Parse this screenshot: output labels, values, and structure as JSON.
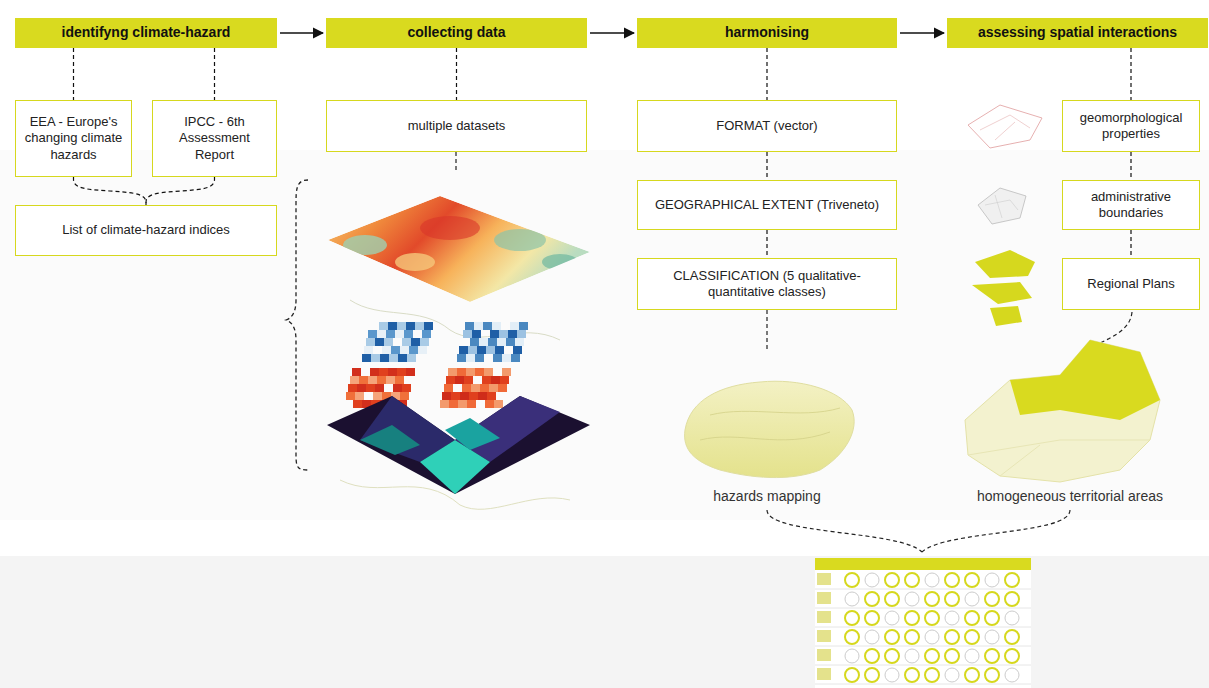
{
  "diagram": {
    "nodes": [
      {
        "text": [
          "identifyng climate-hazard"
        ]
      },
      {
        "text": [
          "collecting data"
        ]
      },
      {
        "text": [
          "harmonising"
        ]
      },
      {
        "text": [
          "assessing spatial interactions"
        ]
      },
      {
        "text": [
          "EEA - Europe's changing climate hazards"
        ]
      },
      {
        "text": [
          "IPCC - 6th Assessment Report"
        ]
      },
      {
        "text": [
          "List of climate-hazard indices"
        ]
      },
      {
        "text": [
          "multiple datasets"
        ]
      },
      {
        "text": [
          "FORMAT (vector)"
        ]
      },
      {
        "text": [
          "GEOGRAPHICAL EXTENT (Triveneto)"
        ]
      },
      {
        "text": [
          "CLASSIFICATION (5 qualitative-quantitative classes)"
        ]
      },
      {
        "text": [
          "geomorphological properties"
        ]
      },
      {
        "text": [
          "administrative boundaries"
        ]
      },
      {
        "text": [
          "Regional Plans"
        ]
      }
    ],
    "edges": [
      {
        "from": 0,
        "to": 1,
        "arrow": "to"
      },
      {
        "from": 1,
        "to": 2,
        "arrow": "to"
      },
      {
        "from": 2,
        "to": 3,
        "arrow": "to"
      },
      {
        "from": 0,
        "to": 4,
        "arrow": "none"
      },
      {
        "from": 0,
        "to": 5,
        "arrow": "none"
      },
      {
        "from": 4,
        "to": 6,
        "arrow": "none"
      },
      {
        "from": 5,
        "to": 6,
        "arrow": "none"
      },
      {
        "from": 1,
        "to": 7,
        "arrow": "none"
      },
      {
        "from": 2,
        "to": 8,
        "arrow": "none"
      },
      {
        "from": 8,
        "to": 9,
        "arrow": "none"
      },
      {
        "from": 9,
        "to": 10,
        "arrow": "none"
      },
      {
        "from": 3,
        "to": 11,
        "arrow": "none"
      },
      {
        "from": 11,
        "to": 12,
        "arrow": "none"
      },
      {
        "from": 12,
        "to": 13,
        "arrow": "none"
      }
    ],
    "labels": [
      "hazards mapping",
      "homogeneous territorial areas"
    ]
  }
}
